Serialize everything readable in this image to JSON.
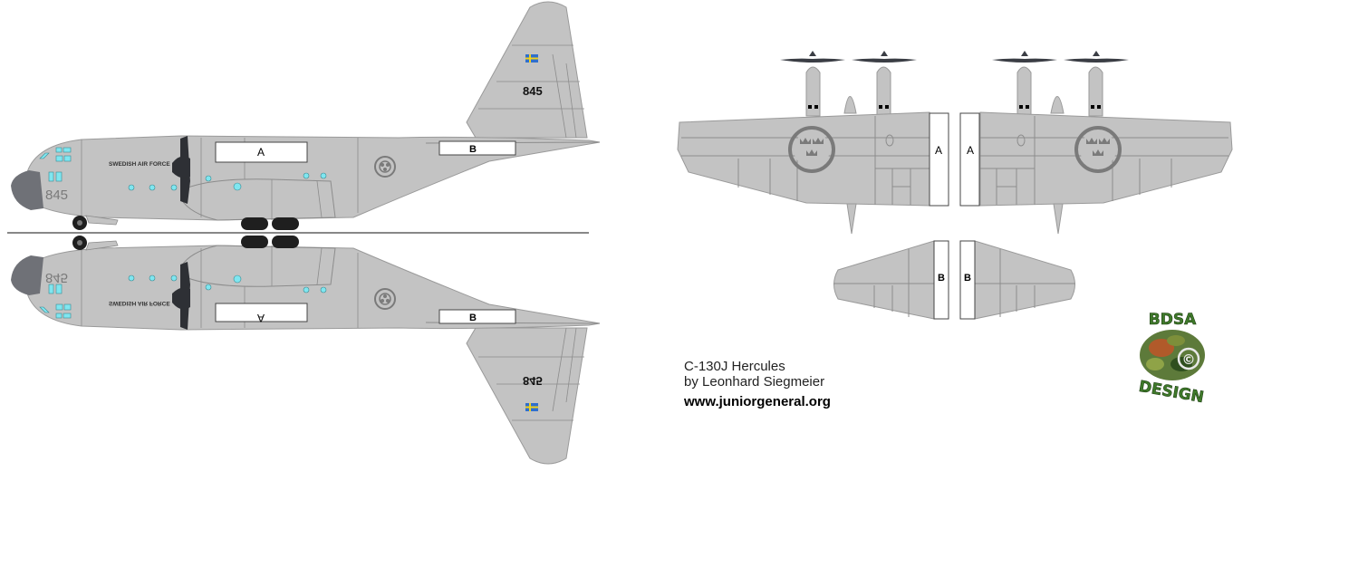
{
  "model": {
    "title": "C-130J Hercules",
    "author": "by Leonhard Siegmeier",
    "website": "www.juniorgeneral.org"
  },
  "markings": {
    "air_force_text": "SWEDISH AIR FORCE",
    "serial": "845",
    "tab_a": "A",
    "tab_b": "B"
  },
  "logo": {
    "top_text": "BDSA",
    "bottom_text": "DESIGN",
    "symbol": "©"
  },
  "colors": {
    "airframe": "#c3c3c3",
    "panel_lines": "#8c8c8c",
    "window": "#7fe6f0",
    "nose_radome": "#6f7177",
    "propeller": "#3a3d44",
    "roundel": "#7a7a7a",
    "flag_blue": "#2f6fce",
    "flag_yellow": "#f2d21c"
  }
}
